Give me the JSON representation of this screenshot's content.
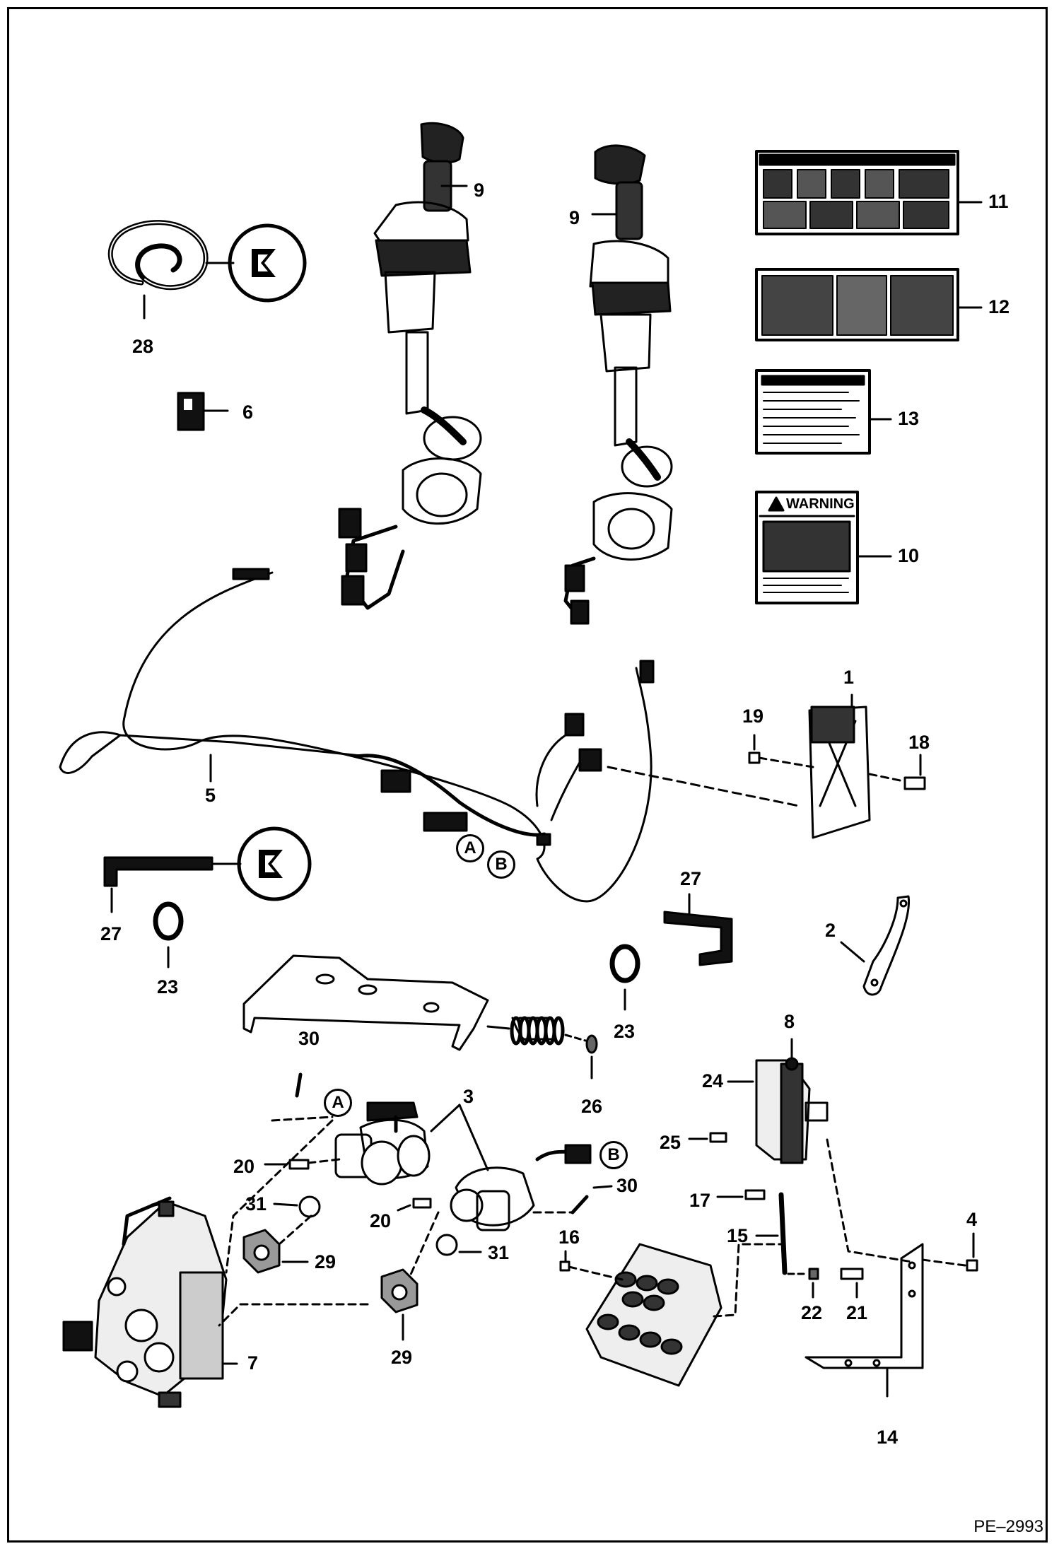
{
  "drawing_ref": "PE–2993",
  "callouts": {
    "n1": "1",
    "n2": "2",
    "n3": "3",
    "n4": "4",
    "n5": "5",
    "n6": "6",
    "n7": "7",
    "n8": "8",
    "n9a": "9",
    "n9b": "9",
    "n10": "10",
    "n11": "11",
    "n12": "12",
    "n13": "13",
    "n14": "14",
    "n15": "15",
    "n16": "16",
    "n17": "17",
    "n18": "18",
    "n19": "19",
    "n20a": "20",
    "n20b": "20",
    "n21": "21",
    "n22": "22",
    "n23a": "23",
    "n23b": "23",
    "n24": "24",
    "n25": "25",
    "n26": "26",
    "n27a": "27",
    "n27b": "27",
    "n28": "28",
    "n29a": "29",
    "n29b": "29",
    "n30a": "30",
    "n30b": "30",
    "n31a": "31",
    "n31b": "31"
  },
  "connector_tags": {
    "a1": "A",
    "b1": "B",
    "a2": "A",
    "b2": "B"
  },
  "decals": {
    "warning_10": "WARNING"
  },
  "colors": {
    "line": "#000000",
    "background": "#ffffff"
  },
  "icons": [
    "bobcat-logo-icon",
    "bobcat-logo-icon"
  ]
}
